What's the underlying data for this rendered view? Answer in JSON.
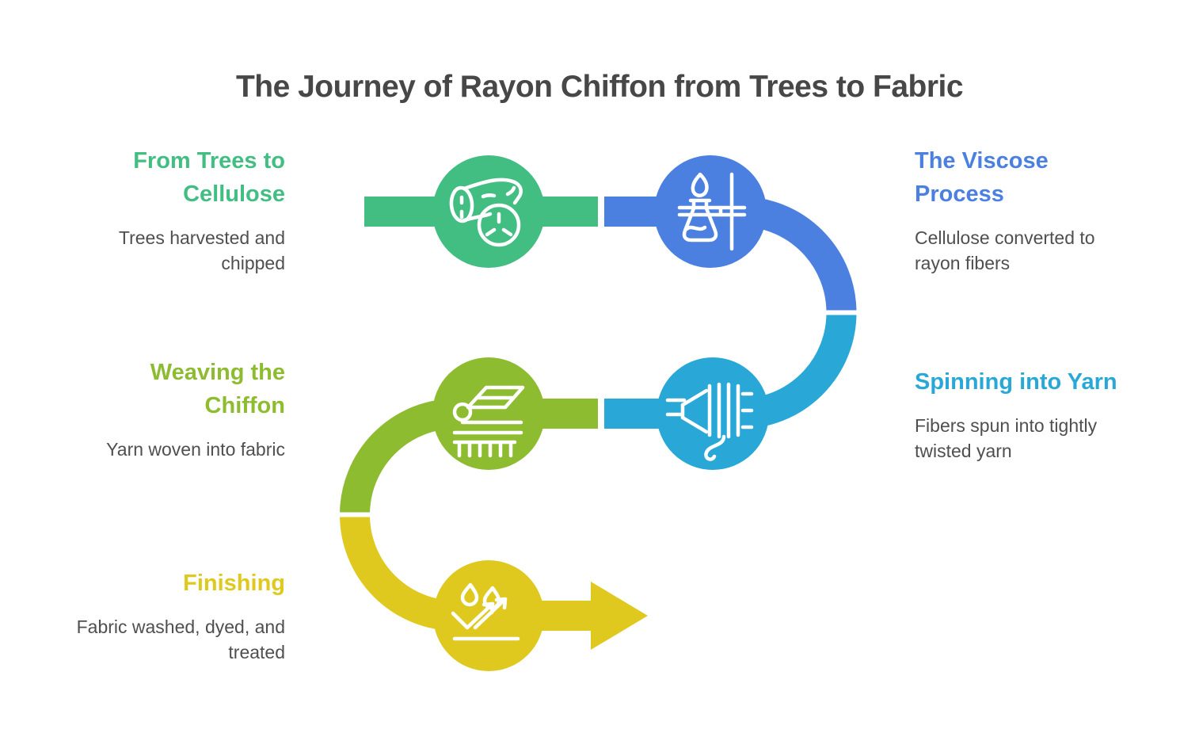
{
  "title": "The Journey of Rayon Chiffon from Trees to Fabric",
  "colors": {
    "title_text": "#474747",
    "body_text": "#4F4F4F",
    "background": "#FFFFFF"
  },
  "steps": [
    {
      "id": "from-trees-to-cellulose",
      "heading": "From Trees to Cellulose",
      "heading_lines": [
        "From Trees to",
        "Cellulose"
      ],
      "description": "Trees harvested and chipped",
      "description_lines": [
        "Trees harvested and",
        "chipped"
      ],
      "color": "#42BE83",
      "icon": "log-icon",
      "side": "left"
    },
    {
      "id": "the-viscose-process",
      "heading": "The Viscose Process",
      "heading_lines": [
        "The Viscose",
        "Process"
      ],
      "description": "Cellulose converted to rayon fibers",
      "description_lines": [
        "Cellulose converted to",
        "rayon fibers"
      ],
      "color": "#4B80E1",
      "icon": "flask-flame-icon",
      "side": "right"
    },
    {
      "id": "spinning-into-yarn",
      "heading": "Spinning into Yarn",
      "heading_lines": [
        "Spinning into Yarn"
      ],
      "description": "Fibers spun into tightly twisted yarn",
      "description_lines": [
        "Fibers spun into tightly",
        "twisted yarn"
      ],
      "color": "#29A8D8",
      "icon": "yarn-coil-icon",
      "side": "right"
    },
    {
      "id": "weaving-the-chiffon",
      "heading": "Weaving the Chiffon",
      "heading_lines": [
        "Weaving the",
        "Chiffon"
      ],
      "description": "Yarn woven into fabric",
      "description_lines": [
        "Yarn woven into fabric"
      ],
      "color": "#8EBC30",
      "icon": "loom-icon",
      "side": "left"
    },
    {
      "id": "finishing",
      "heading": "Finishing",
      "heading_lines": [
        "Finishing"
      ],
      "description": "Fabric washed, dyed, and treated",
      "description_lines": [
        "Fabric washed, dyed, and",
        "treated"
      ],
      "color": "#DFC91F",
      "icon": "water-droplets-arrows-icon",
      "side": "left"
    }
  ]
}
